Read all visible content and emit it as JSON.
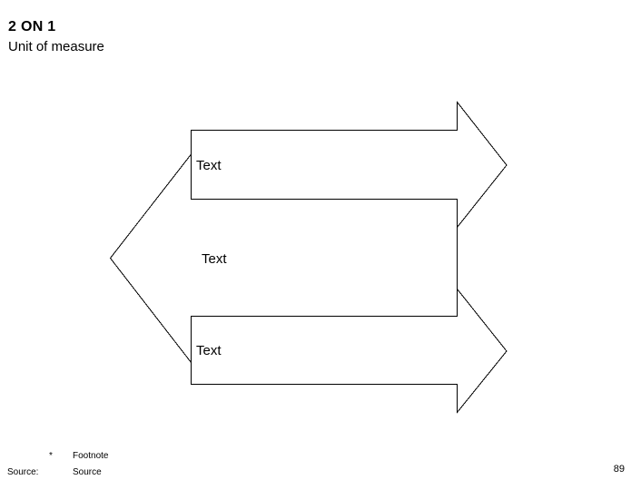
{
  "slide": {
    "title": "2 ON 1",
    "subtitle": "Unit of measure"
  },
  "diagram": {
    "type": "interlocking-arrows",
    "arrows": [
      {
        "id": "top-arrow",
        "label": "Text",
        "direction": "right"
      },
      {
        "id": "middle-arrow",
        "label": "Text",
        "direction": "left"
      },
      {
        "id": "bottom-arrow",
        "label": "Text",
        "direction": "right"
      }
    ]
  },
  "footer": {
    "footnote_marker": "*",
    "footnote": "Footnote",
    "source_label": "Source:",
    "source": "Source",
    "page_number": "89"
  },
  "colors": {
    "background": "#ffffff",
    "stroke": "#000000",
    "text": "#000000"
  }
}
